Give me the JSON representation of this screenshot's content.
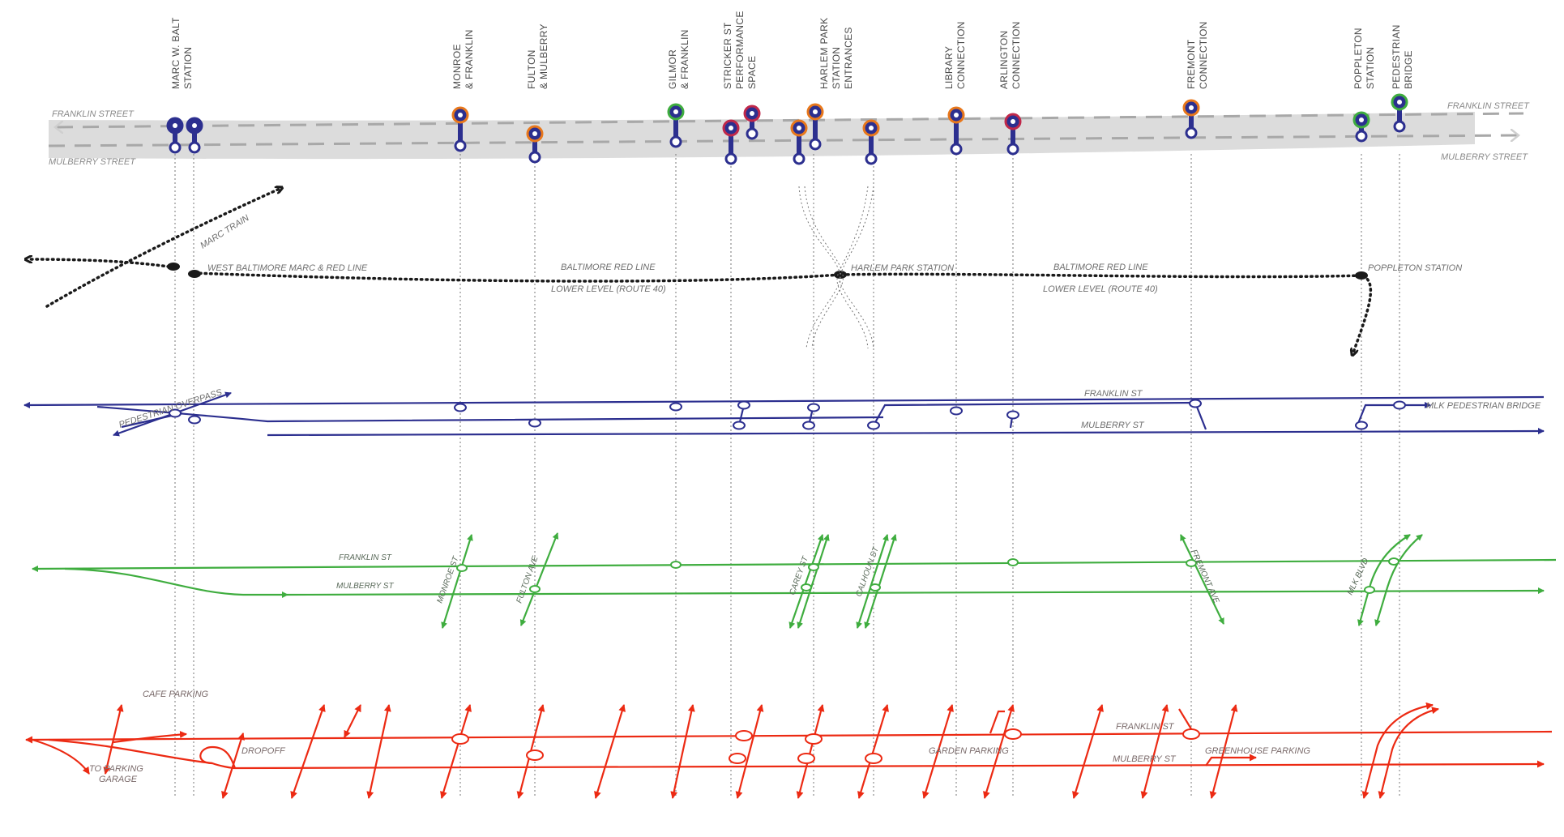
{
  "colors": {
    "pedestrian": "#2c2f8f",
    "transit": "#1a1a1a",
    "bike": "#3fad3f",
    "vehicle": "#ec2a13",
    "band": "#dcdcdc",
    "guide": "#777777"
  },
  "stations": [
    {
      "id": "marc",
      "lines": [
        "MARC W. BALT",
        "STATION"
      ]
    },
    {
      "id": "monroe",
      "lines": [
        "MONROE",
        "& FRANKLIN"
      ]
    },
    {
      "id": "fulton",
      "lines": [
        "FULTON",
        "& MULBERRY"
      ]
    },
    {
      "id": "gilmor",
      "lines": [
        "GILMOR",
        "& FRANKLIN"
      ]
    },
    {
      "id": "stricker",
      "lines": [
        "STRICKER ST",
        "PERFORMANCE",
        "SPACE"
      ]
    },
    {
      "id": "harlem",
      "lines": [
        "HARLEM PARK",
        "STATION",
        "ENTRANCES"
      ]
    },
    {
      "id": "library",
      "lines": [
        "LIBRARY",
        "CONNECTION"
      ]
    },
    {
      "id": "arlington",
      "lines": [
        "ARLINGTON",
        "CONNECTION"
      ]
    },
    {
      "id": "fremont",
      "lines": [
        "FREMONT",
        "CONNECTION"
      ]
    },
    {
      "id": "poppleton",
      "lines": [
        "POPPLETON",
        "STATION"
      ]
    },
    {
      "id": "pedbridge",
      "lines": [
        "PEDESTRIAN",
        "BRIDGE"
      ]
    }
  ],
  "streets_top": {
    "franklin_left": "FRANKLIN STREET",
    "mulberry_left": "MULBERRY STREET",
    "franklin_right": "FRANKLIN STREET",
    "mulberry_right": "MULBERRY STREET"
  },
  "transit_layer": {
    "marc_train": "MARC TRAIN",
    "west_baltimore": "WEST BALTIMORE MARC & RED LINE",
    "red_line_1a": "BALTIMORE RED LINE",
    "red_line_1b": "LOWER LEVEL (ROUTE 40)",
    "harlem_park": "HARLEM PARK STATION",
    "red_line_2a": "BALTIMORE RED LINE",
    "red_line_2b": "LOWER LEVEL (ROUTE 40)",
    "poppleton": "POPPLETON STATION"
  },
  "pedestrian_layer": {
    "overpass": "PEDESTRIAN OVERPASS",
    "franklin": "FRANKLIN ST",
    "mulberry": "MULBERRY ST",
    "mlk_bridge": "MLK PEDESTRIAN BRIDGE"
  },
  "bike_layer": {
    "franklin": "FRANKLIN ST",
    "mulberry": "MULBERRY ST",
    "monroe": "MONROE ST",
    "fulton": "FULTON AVE",
    "carey": "CAREY ST",
    "calhoun": "CALHOUN ST",
    "fremont": "FREMONT AVE",
    "mlk": "MLK BLVD"
  },
  "vehicle_layer": {
    "cafe_parking": "CAFE PARKING",
    "dropoff": "DROPOFF",
    "to_parking_1": "TO PARKING",
    "to_parking_2": "GARAGE",
    "garden_parking": "GARDEN PARKING",
    "franklin": "FRANKLIN ST",
    "mulberry": "MULBERRY ST",
    "greenhouse_parking": "GREENHOUSE PARKING"
  }
}
